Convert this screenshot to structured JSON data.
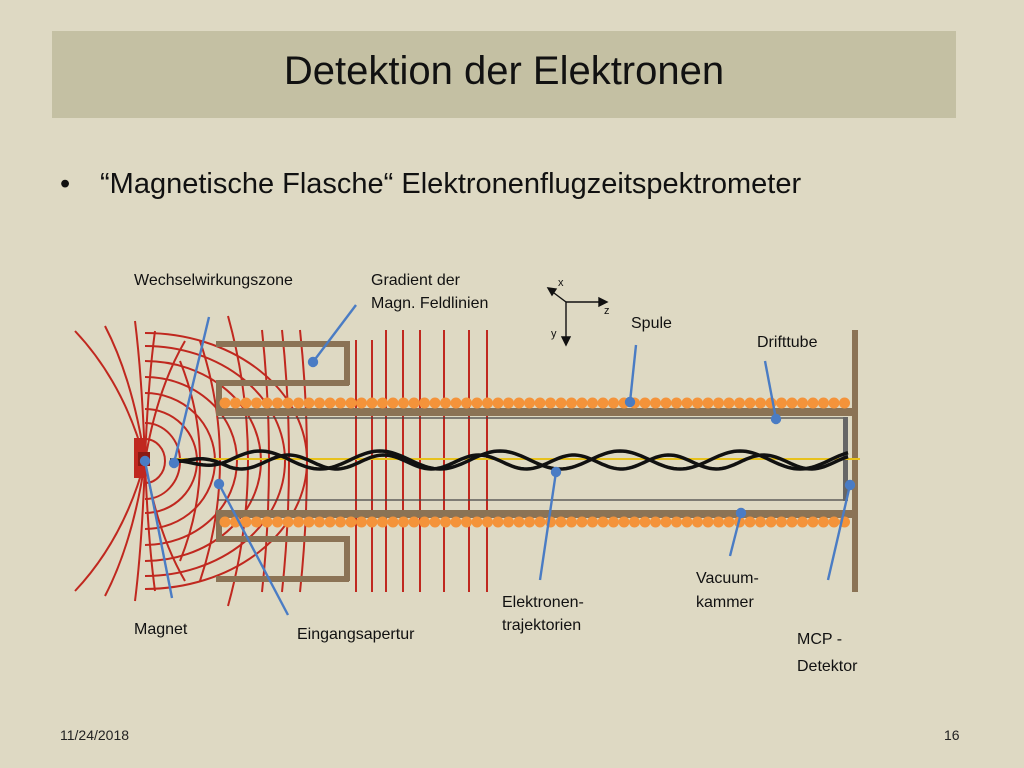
{
  "slide": {
    "title": "Detektion der Elektronen",
    "bullet_symbol": "•",
    "bullet": "“Magnetische Flasche“ Elektronenflugzeitspektrometer"
  },
  "diagram": {
    "labels": {
      "wechselwirkungszone": "Wechselwirkungszone",
      "gradient_line1": "Gradient der",
      "gradient_line2": "Magn. Feldlinien",
      "spule": "Spule",
      "drifttube": "Drifttube",
      "magnet": "Magnet",
      "eingangsapertur": "Eingangsapertur",
      "elektronen_line1": "Elektronen-",
      "elektronen_line2": "trajektorien",
      "vacuum_line1": "Vacuum-",
      "vacuum_line2": "kammer",
      "mcp_line1": "MCP  -",
      "mcp_line2": "Detektor"
    },
    "axes": {
      "x": "x",
      "y": "y",
      "z": "z"
    },
    "colors": {
      "field_lines": "#c0281f",
      "coil": "#f4933a",
      "chamber": "#8b7355",
      "trajectory": "#111111",
      "trajectory_alt": "#e8c21c",
      "pointer": "#4a7cc4"
    }
  },
  "footer": {
    "date": "11/24/2018",
    "page": "16"
  }
}
